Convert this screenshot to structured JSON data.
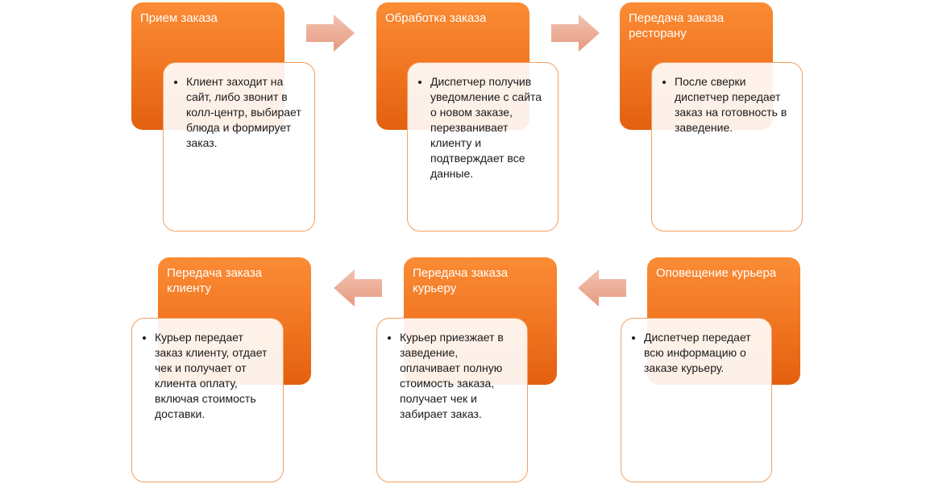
{
  "steps": [
    {
      "title": "Прием заказа",
      "text": "Клиент заходит на сайт, либо звонит в колл-центр, выбирает блюда и формирует заказ."
    },
    {
      "title": "Обработка заказа",
      "text": "Диспетчер получив уведомление с сайта о новом заказе, перезванивает клиенту и подтверждает все данные."
    },
    {
      "title": "Передача заказа ресторану",
      "text": "После сверки диспетчер передает заказ на готовность в заведение."
    },
    {
      "title": "Оповещение курьера",
      "text": "Диспетчер передает всю информацию о заказе курьеру."
    },
    {
      "title": "Передача заказа курьеру",
      "text": "Курьер приезжает в заведение, оплачивает полную стоимость заказа, получает чек и забирает заказ."
    },
    {
      "title": "Передача заказа клиенту",
      "text": "Курьер передает заказ клиенту, отдает чек и получает от клиента оплату, включая стоимость доставки."
    }
  ],
  "colors": {
    "header": "#f07420",
    "card_border": "#f4a060",
    "arrow": "#eba993"
  }
}
